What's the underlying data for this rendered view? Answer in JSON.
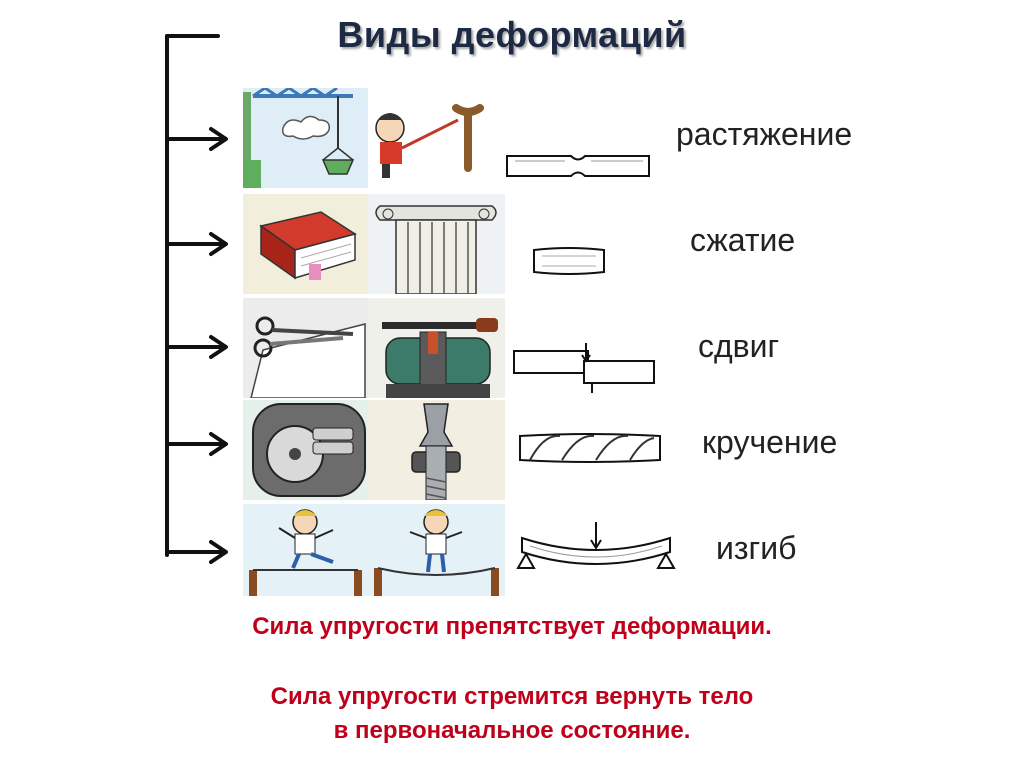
{
  "title": "Виды деформаций",
  "deformations": [
    {
      "label": "растяжение",
      "icons": [
        "crane-icon",
        "slingshot-icon"
      ]
    },
    {
      "label": "сжатие",
      "icons": [
        "book-icon",
        "column-icon"
      ]
    },
    {
      "label": "сдвиг",
      "icons": [
        "scissors-icon",
        "vise-icon"
      ]
    },
    {
      "label": "кручение",
      "icons": [
        "key-icon",
        "bolt-icon"
      ]
    },
    {
      "label": "изгиб",
      "icons": [
        "tightrope-walker-icon",
        "tightrope-walker-icon"
      ]
    }
  ],
  "notes": {
    "line1": "Сила упругости препятствует деформации.",
    "line2a": "Сила упругости стремится вернуть тело",
    "line2b": "в первоначальное состояние."
  },
  "colors": {
    "title": "#1e2a44",
    "note": "#c0001a",
    "line": "#111111"
  }
}
